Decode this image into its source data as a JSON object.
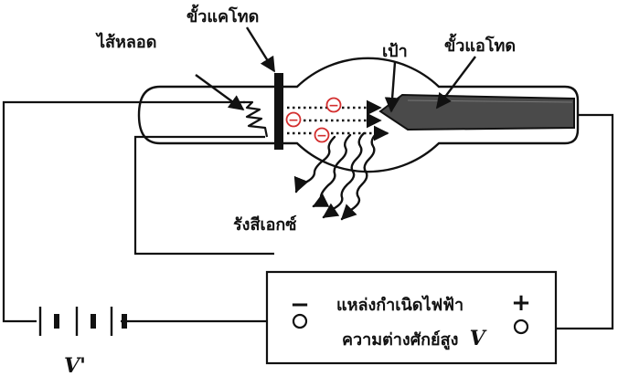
{
  "labels": {
    "filament": "ไส้หลอด",
    "cathode": "ขั้วแคโทด",
    "target": "เป้า",
    "anode": "ขั้วแอโทด",
    "xray": "รังสีเอกซ์",
    "supply_line1": "แหล่งกำเนิดไฟฟ้า",
    "supply_line2": "ความต่างศักย์สูง",
    "supply_symbol": "V",
    "battery_symbol": "V'"
  },
  "signs": {
    "electron": "−",
    "supply_negative": "−",
    "supply_positive": "+"
  },
  "colors": {
    "stroke": "#111111",
    "anode_fill": "#4a4a4a",
    "electron": "#d32f2f",
    "background": "#ffffff"
  }
}
